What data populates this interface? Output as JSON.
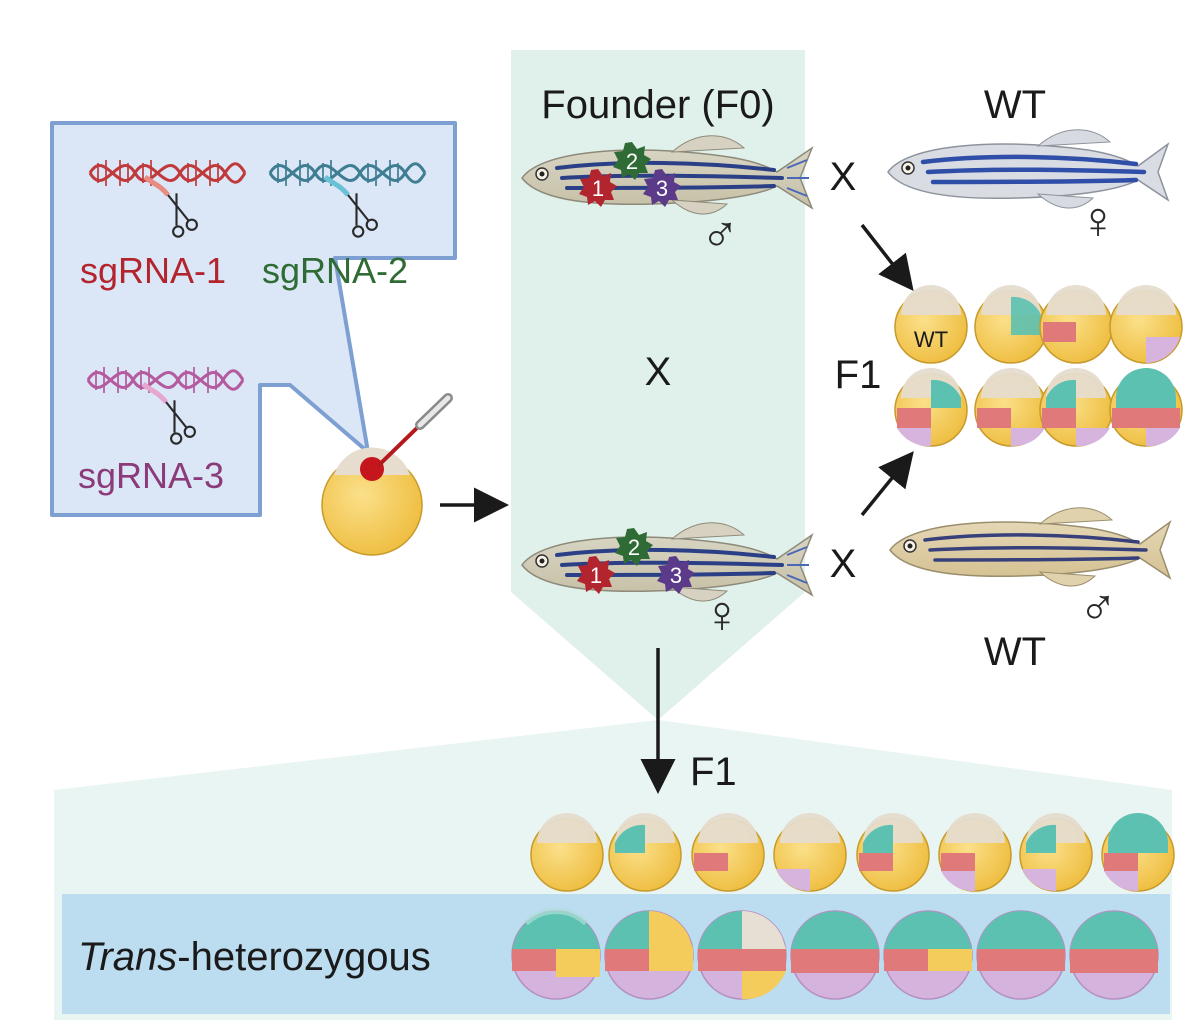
{
  "labels": {
    "sgrna1": "sgRNA-1",
    "sgrna2": "sgRNA-2",
    "sgrna3": "sgRNA-3",
    "founder": "Founder (F0)",
    "wt_top": "WT",
    "wt_bottom": "WT",
    "cross_top": "X",
    "cross_middle": "X",
    "cross_bottom": "X",
    "f1_right": "F1",
    "f1_bottom": "F1",
    "wt_egg": "WT",
    "trans_italic": "Trans",
    "trans_rest": "-heterozygous"
  },
  "mutations": {
    "one": "1",
    "two": "2",
    "three": "3"
  },
  "symbols": {
    "male": "♂",
    "female": "♀"
  },
  "colors": {
    "sgrna1": "#b3252e",
    "sgrna2": "#2f6b34",
    "sgrna3": "#8b3a7a",
    "dna1": "#c0393b",
    "dna2": "#3f7d93",
    "dna3": "#b45a9f",
    "founder_panel": "#e0f1ec",
    "bottom_panel": "#e9f5f2",
    "trans_band": "#bcdcf0",
    "speech_bubble": "#dbe7f6",
    "bubble_border": "#7e9fd1",
    "egg_yolk": "#f4cc5c",
    "chorion": "#e9e2d6",
    "mut_teal": "#5cc1b0",
    "mut_red": "#e07a7a",
    "mut_purple": "#d6b4de"
  }
}
